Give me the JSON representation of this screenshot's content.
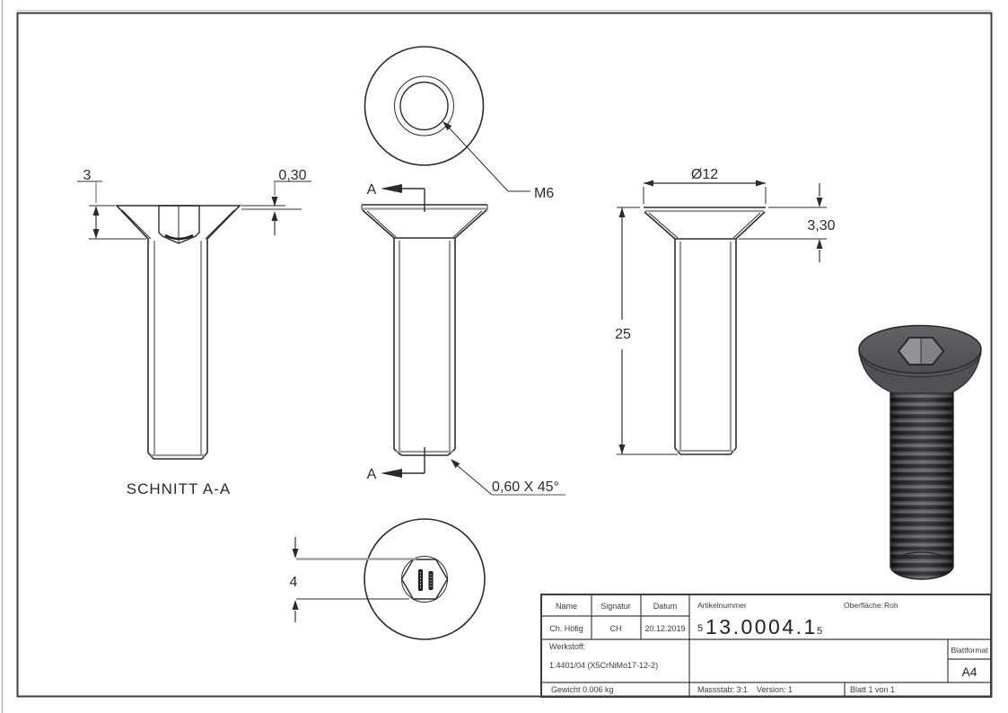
{
  "drawing": {
    "section_view_label": "SCHNITT A-A",
    "section_arrow_label": "A",
    "dimensions": {
      "head_height_section": "3",
      "head_rim_thickness": "0,30",
      "thread_designation": "M6",
      "tip_chamfer": "0,60 X 45°",
      "head_diameter": "Ø12",
      "head_height": "3,30",
      "total_length": "25",
      "hex_socket_width": "4"
    }
  },
  "title_block": {
    "col_name": "Name",
    "col_signature": "Signatur",
    "col_date": "Datum",
    "row_name": "Ch. Höfig",
    "row_signature": "CH",
    "row_date": "20.12.2019",
    "article_label": "Artikelnummer",
    "article_prefix": "5",
    "article_number": "13.0004.1",
    "article_suffix": "5",
    "surface_label": "Oberfläche:",
    "surface_value": "Roh",
    "material_label": "Werkstoff:",
    "material_value": "1.4401/04 (X5CrNiMo17-12-2)",
    "weight": "Gewicht 0.006 kg",
    "scale": "Massstab: 3:1",
    "version": "Version: 1",
    "sheet": "Blatt 1 von 1",
    "format_label": "Blattformat",
    "format_value": "A4"
  }
}
